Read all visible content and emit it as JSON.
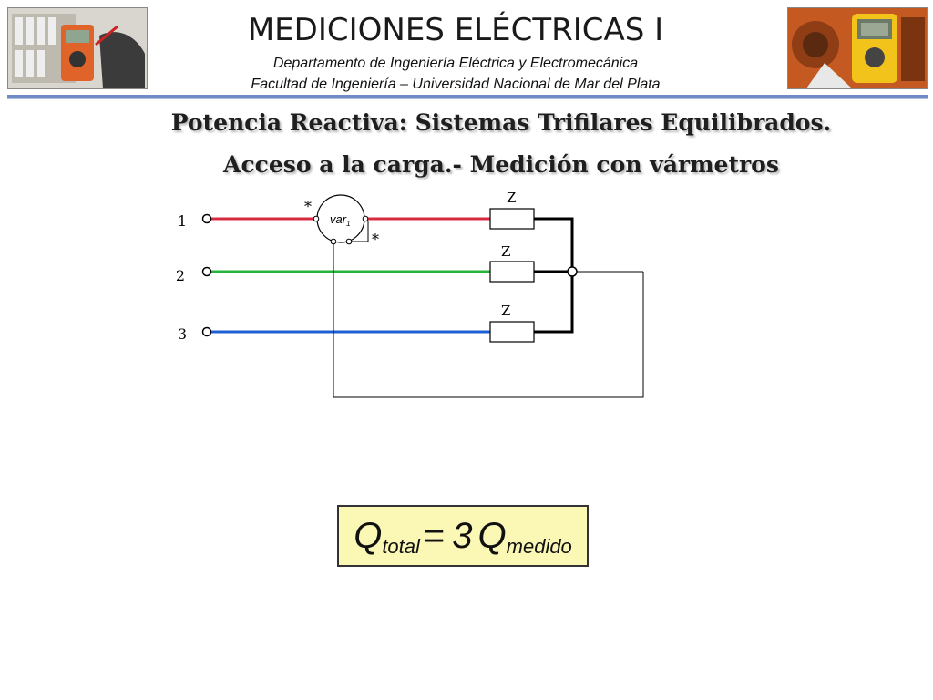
{
  "header": {
    "title": "MEDICIONES ELÉCTRICAS I",
    "subtitle_1": "Departamento de Ingeniería Eléctrica y Electromecánica",
    "subtitle_2": "Facultad de Ingeniería – Universidad Nacional de Mar del Plata"
  },
  "slide": {
    "heading_1": "Potencia Reactiva: Sistemas Trifilares Equilibrados.",
    "heading_2": "Acceso a la carga.- Medición con vármetros"
  },
  "circuit": {
    "line_labels": [
      "1",
      "2",
      "3"
    ],
    "impedance_label": "Z",
    "meter_label": "var",
    "meter_subscript": "1",
    "polarity_mark": "*",
    "colors": {
      "line_1": "#d62b3f",
      "line_2": "#25b33a",
      "line_3": "#1c5fd4",
      "wire": "#000000"
    }
  },
  "formula": {
    "lhs_symbol": "Q",
    "lhs_subscript": "total",
    "equals": "=",
    "coefficient": "3",
    "rhs_symbol": "Q",
    "rhs_subscript": "medido",
    "background": "#fbf7b4"
  }
}
